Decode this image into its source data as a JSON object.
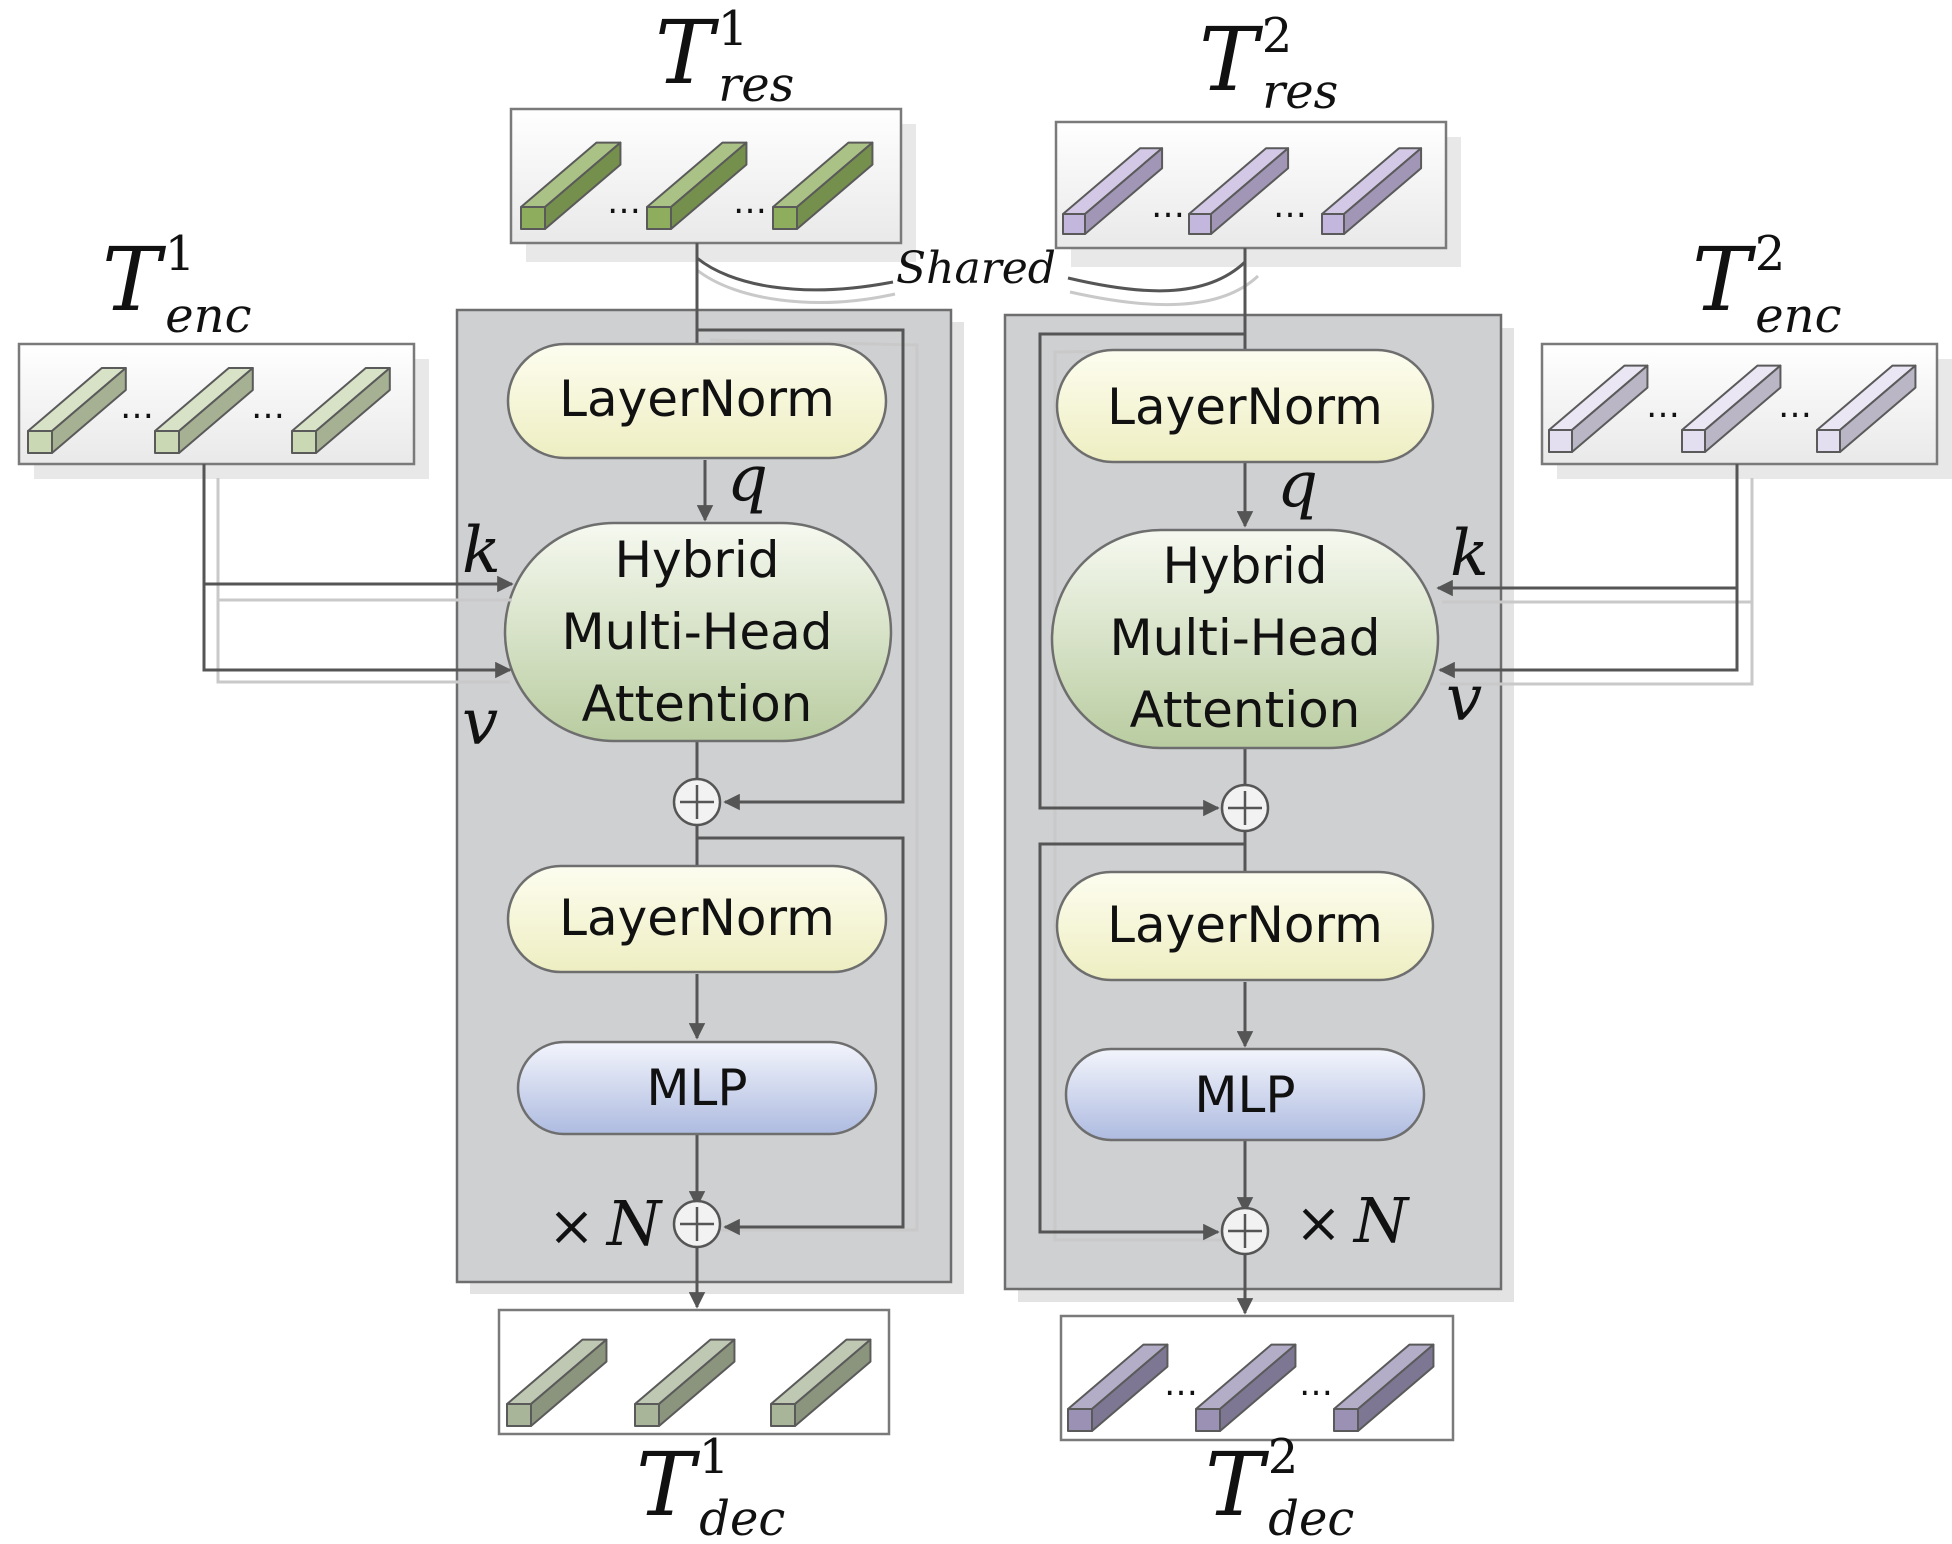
{
  "colors": {
    "res1": "#8fae5d",
    "res2": "#c4b7de",
    "enc1": "#cbd8b4",
    "enc2": "#e3def0",
    "dec1": "#a9b598",
    "dec2": "#9a91b5",
    "layernorm": "#f4f4cf",
    "attention": "#ccdcb8",
    "mlp": "#c7d0ea",
    "panel": "#cfd0d2"
  },
  "labels": {
    "t_res_1": {
      "base": "T",
      "sup": "1",
      "sub": "res"
    },
    "t_res_2": {
      "base": "T",
      "sup": "2",
      "sub": "res"
    },
    "t_enc_1": {
      "base": "T",
      "sup": "1",
      "sub": "enc"
    },
    "t_enc_2": {
      "base": "T",
      "sup": "2",
      "sub": "enc"
    },
    "t_dec_1": {
      "base": "T",
      "sup": "1",
      "sub": "dec"
    },
    "t_dec_2": {
      "base": "T",
      "sup": "2",
      "sub": "dec"
    },
    "shared": "Shared",
    "dots": "…",
    "q": "q",
    "k": "k",
    "v": "v",
    "times": "×",
    "n": "N"
  },
  "blocks": {
    "layernorm": "LayerNorm",
    "attention_line1": "Hybrid",
    "attention_line2": "Multi-Head",
    "attention_line3": "Attention",
    "mlp": "MLP"
  }
}
